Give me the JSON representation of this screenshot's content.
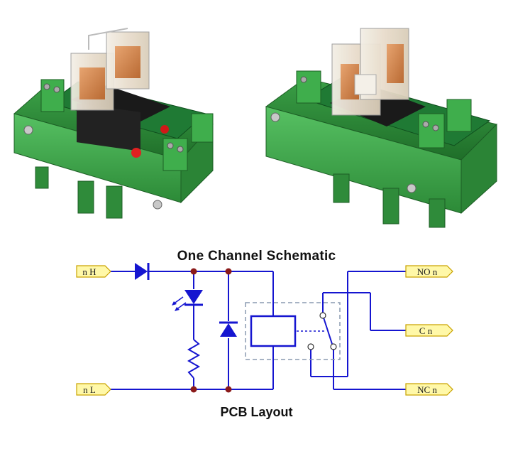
{
  "title": "One Channel Schematic",
  "caption": "PCB Layout",
  "ports": {
    "nh": "n H",
    "nl": "n L",
    "no": "NO n",
    "c": "C n",
    "nc": "NC n"
  },
  "colors": {
    "wire": "#1515d0",
    "junction": "#8b1a1a",
    "port_fill": "#fff8a8",
    "port_stroke": "#c9a300",
    "board_green": "#3aa046",
    "relay_dashed": "#8a9ab0"
  },
  "photo": {
    "left_board_relays": 2,
    "right_board_relays": 2
  }
}
